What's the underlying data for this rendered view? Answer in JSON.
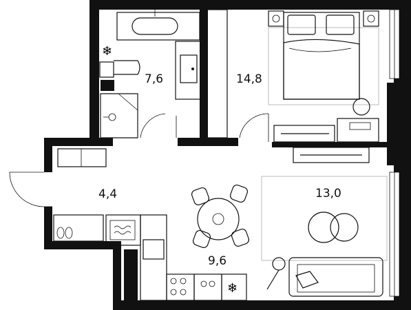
{
  "floorplan": {
    "rooms": [
      {
        "id": "bathroom",
        "area": "7,6"
      },
      {
        "id": "bedroom",
        "area": "14,8"
      },
      {
        "id": "hallway",
        "area": "4,4"
      },
      {
        "id": "living-room",
        "area": "13,0"
      },
      {
        "id": "kitchen-dining",
        "area": "9,6"
      }
    ],
    "colors": {
      "wall": "#111111",
      "line": "#111111",
      "rug": "#bbbbbb",
      "background": "#ffffff"
    }
  }
}
